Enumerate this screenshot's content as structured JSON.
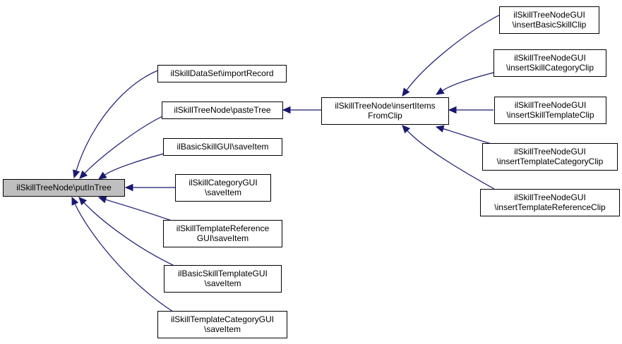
{
  "diagram": {
    "edge_color": "#191970",
    "root_fill": "#bfbfbf",
    "nodes": {
      "root": {
        "lines": [
          "ilSkillTreeNode\\putInTree"
        ]
      },
      "importRecord": {
        "lines": [
          "ilSkillDataSet\\importRecord"
        ]
      },
      "pasteTree": {
        "lines": [
          "ilSkillTreeNode\\pasteTree"
        ]
      },
      "basicSave": {
        "lines": [
          "ilBasicSkillGUI\\saveItem"
        ]
      },
      "categorySave": {
        "lines": [
          "ilSkillCategoryGUI",
          "\\saveItem"
        ]
      },
      "templateRefSave": {
        "lines": [
          "ilSkillTemplateReference",
          "GUI\\saveItem"
        ]
      },
      "basicTemplateSave": {
        "lines": [
          "ilBasicSkillTemplateGUI",
          "\\saveItem"
        ]
      },
      "templateCategorySave": {
        "lines": [
          "ilSkillTemplateCategoryGUI",
          "\\saveItem"
        ]
      },
      "insertItems": {
        "lines": [
          "ilSkillTreeNode\\insertItems",
          "FromClip"
        ]
      },
      "insertBasic": {
        "lines": [
          "ilSkillTreeNodeGUI",
          "\\insertBasicSkillClip"
        ]
      },
      "insertCategory": {
        "lines": [
          "ilSkillTreeNodeGUI",
          "\\insertSkillCategoryClip"
        ]
      },
      "insertTemplate": {
        "lines": [
          "ilSkillTreeNodeGUI",
          "\\insertSkillTemplateClip"
        ]
      },
      "insertTemplateCategory": {
        "lines": [
          "ilSkillTreeNodeGUI",
          "\\insertTemplateCategoryClip"
        ]
      },
      "insertTemplateReference": {
        "lines": [
          "ilSkillTreeNodeGUI",
          "\\insertTemplateReferenceClip"
        ]
      }
    },
    "edges": [
      {
        "from": "importRecord",
        "to": "root"
      },
      {
        "from": "pasteTree",
        "to": "root"
      },
      {
        "from": "basicSave",
        "to": "root"
      },
      {
        "from": "categorySave",
        "to": "root"
      },
      {
        "from": "templateRefSave",
        "to": "root"
      },
      {
        "from": "basicTemplateSave",
        "to": "root"
      },
      {
        "from": "templateCategorySave",
        "to": "root"
      },
      {
        "from": "insertItems",
        "to": "pasteTree"
      },
      {
        "from": "insertBasic",
        "to": "insertItems"
      },
      {
        "from": "insertCategory",
        "to": "insertItems"
      },
      {
        "from": "insertTemplate",
        "to": "insertItems"
      },
      {
        "from": "insertTemplateCategory",
        "to": "insertItems"
      },
      {
        "from": "insertTemplateReference",
        "to": "insertItems"
      }
    ]
  }
}
